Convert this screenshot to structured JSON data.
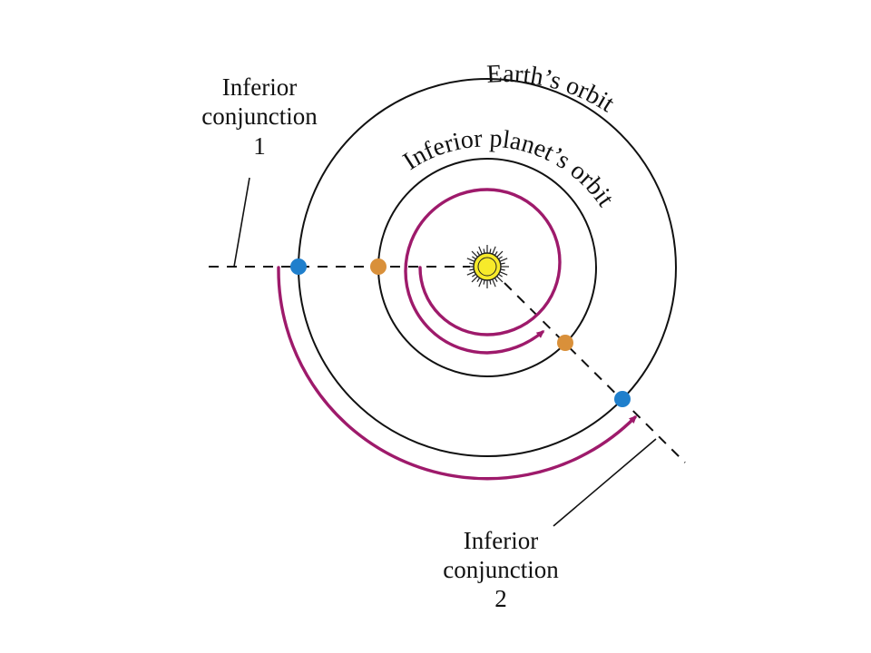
{
  "labels": {
    "earth_orbit": "Earth’s orbit",
    "planet_orbit": "Inferior planet’s orbit",
    "conj1": {
      "line1": "Inferior",
      "line2": "conjunction",
      "line3": "1"
    },
    "conj2": {
      "line1": "Inferior",
      "line2": "conjunction",
      "line3": "2"
    }
  },
  "colors": {
    "earth": "#1f7fcc",
    "planet": "#d9903a",
    "path": "#9e1a6b",
    "sun_fill": "#f7ea2a",
    "sun_stroke": "#222222"
  }
}
